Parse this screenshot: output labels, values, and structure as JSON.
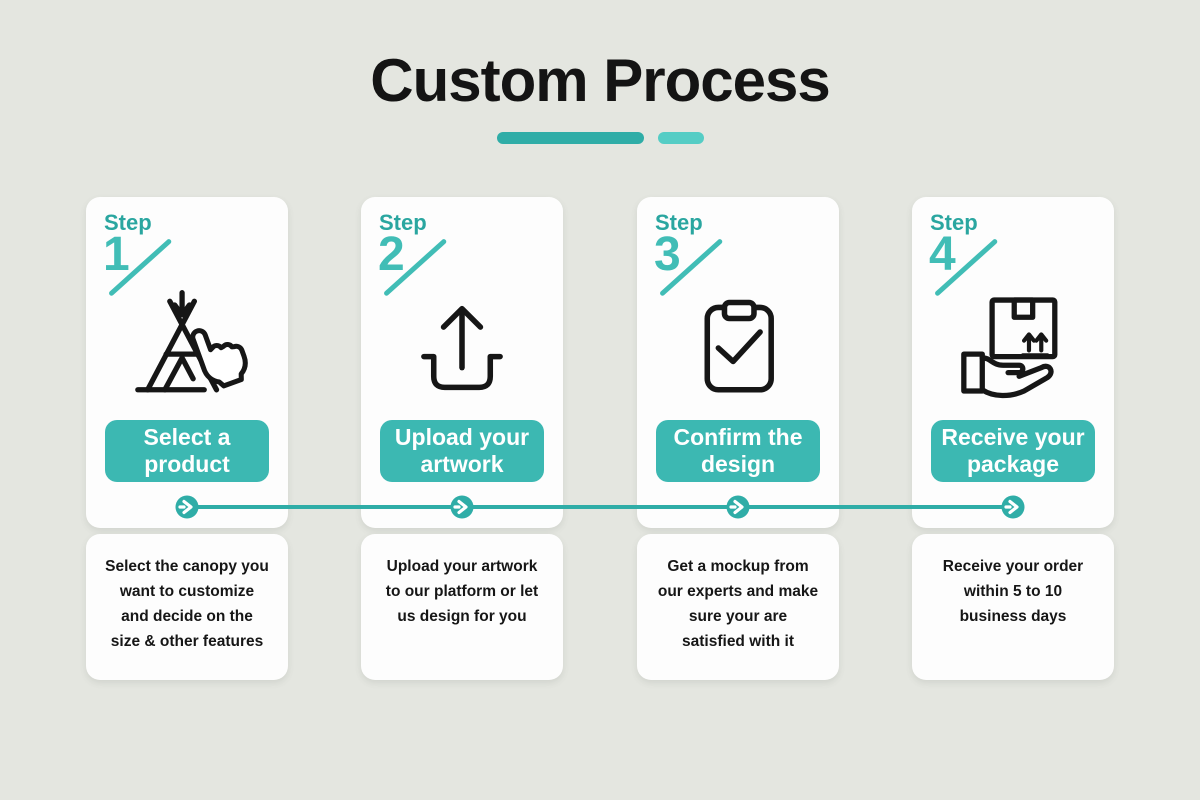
{
  "title": "Custom Process",
  "divider": {
    "long_bar_color": "#2FADA7",
    "short_bar_color": "#55CDC5"
  },
  "colors": {
    "background": "#E4E6E0",
    "card": "#FDFDFD",
    "teal": "#2FADA7",
    "teal_button": "#3CB8B2",
    "teal_light": "#41BDB6",
    "text": "#161616"
  },
  "connector": {
    "node_icon": "arrow-right-icon",
    "node_count": 4
  },
  "steps": [
    {
      "label": "Step",
      "number": "1",
      "icon": "tent-click-icon",
      "button_label": "Select a\nproduct",
      "description": "Select the canopy you\nwant to customize\nand decide on the\nsize & other features"
    },
    {
      "label": "Step",
      "number": "2",
      "icon": "upload-icon",
      "button_label": "Upload your\nartwork",
      "description": "Upload your artwork\nto our platform or let\nus design for you"
    },
    {
      "label": "Step",
      "number": "3",
      "icon": "clipboard-check-icon",
      "button_label": "Confirm the\ndesign",
      "description": "Get a mockup from\nour experts and make\nsure your are\nsatisfied with it"
    },
    {
      "label": "Step",
      "number": "4",
      "icon": "package-delivery-icon",
      "button_label": "Receive your\npackage",
      "description": "Receive your order\nwithin 5 to 10\nbusiness days"
    }
  ]
}
